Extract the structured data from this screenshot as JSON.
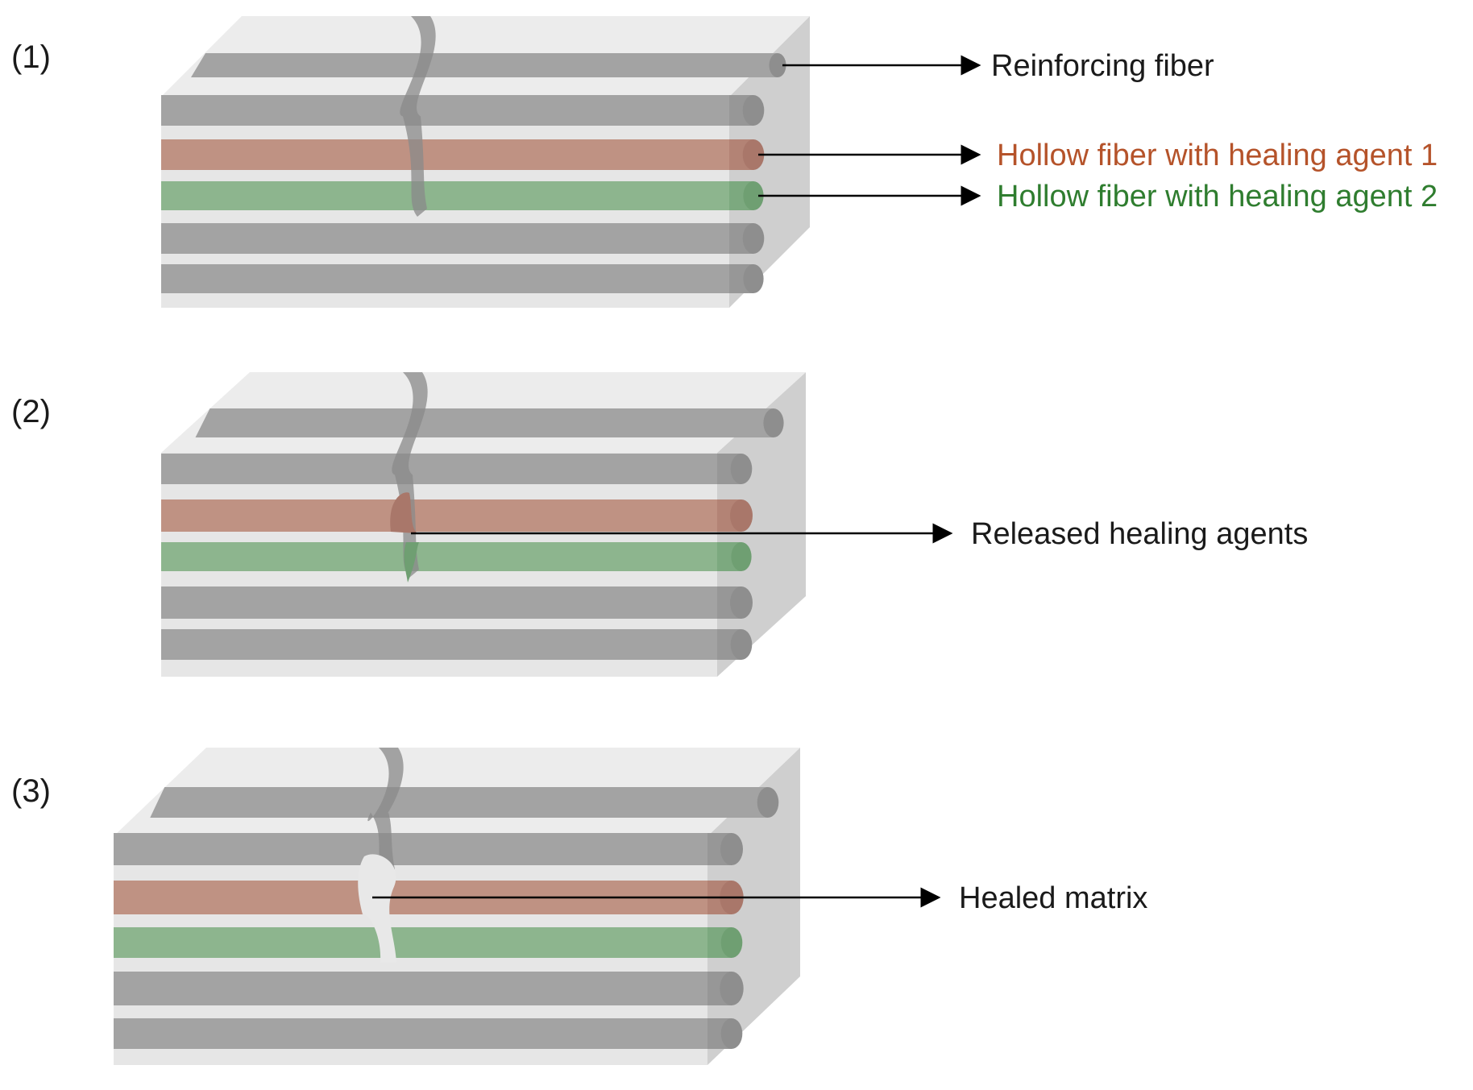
{
  "colors": {
    "matrix_light": "#e6e6e6",
    "matrix_top": "#ececec",
    "matrix_side": "#cfcfcf",
    "reinforcing_fiber": "#a3a3a3",
    "fiber_end": "#8e8e8e",
    "hollow_fiber_1": "#bf9283",
    "hollow_fiber_1_end": "#a9776a",
    "hollow_fiber_2": "#8db58e",
    "hollow_fiber_2_end": "#6f9f72",
    "crack": "#8a8a8a",
    "healed": "#e8e8e8",
    "arrow": "#000000",
    "label_text": "#1a1a1a",
    "label_agent_1": "#b5532a",
    "label_agent_2": "#2f7d2f"
  },
  "panels": [
    {
      "step": "(1)",
      "state": "crack",
      "callouts": [
        {
          "fiber": "reinforcing",
          "text": "Reinforcing fiber",
          "color": "#1a1a1a"
        },
        {
          "fiber": "hollow-1",
          "text": "Hollow fiber with healing agent 1",
          "color": "#b5532a"
        },
        {
          "fiber": "hollow-2",
          "text": "Hollow fiber with healing agent 2",
          "color": "#2f7d2f"
        }
      ]
    },
    {
      "step": "(2)",
      "state": "released",
      "callouts": [
        {
          "fiber": "crack",
          "text": "Released healing agents",
          "color": "#1a1a1a"
        }
      ]
    },
    {
      "step": "(3)",
      "state": "healed",
      "callouts": [
        {
          "fiber": "healed",
          "text": "Healed matrix",
          "color": "#1a1a1a"
        }
      ]
    }
  ]
}
